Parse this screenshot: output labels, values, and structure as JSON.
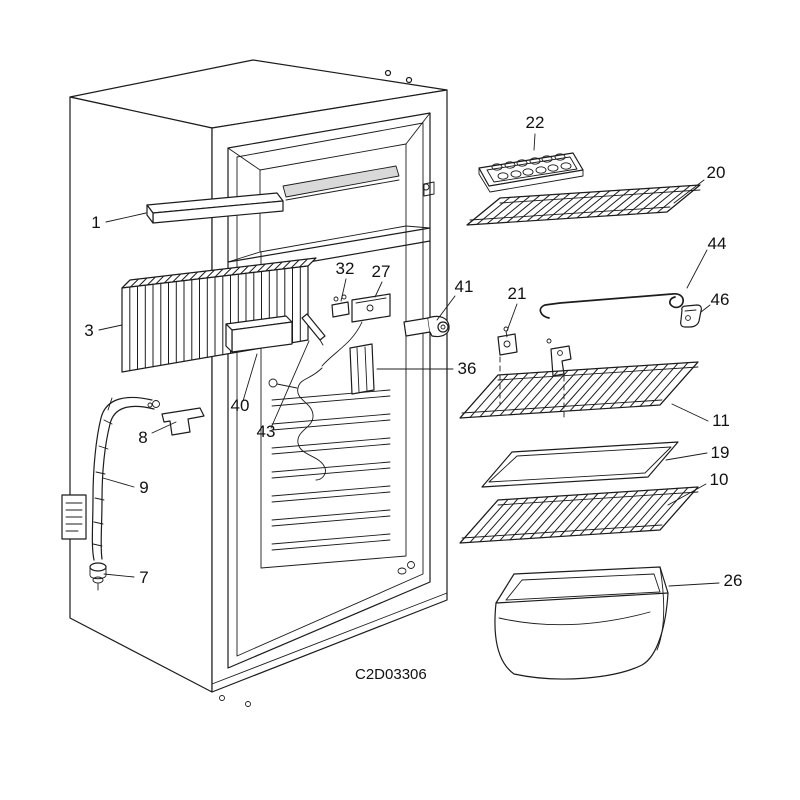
{
  "diagram": {
    "code": "C2D03306",
    "background": "#ffffff",
    "line_color": "#1c1c1c",
    "labels": {
      "p1": "1",
      "p3": "3",
      "p7": "7",
      "p8": "8",
      "p9": "9",
      "p10": "10",
      "p11": "11",
      "p19": "19",
      "p20": "20",
      "p21": "21",
      "p22": "22",
      "p26": "26",
      "p27": "27",
      "p32": "32",
      "p36": "36",
      "p40": "40",
      "p41": "41",
      "p43": "43",
      "p44": "44",
      "p46": "46"
    }
  }
}
